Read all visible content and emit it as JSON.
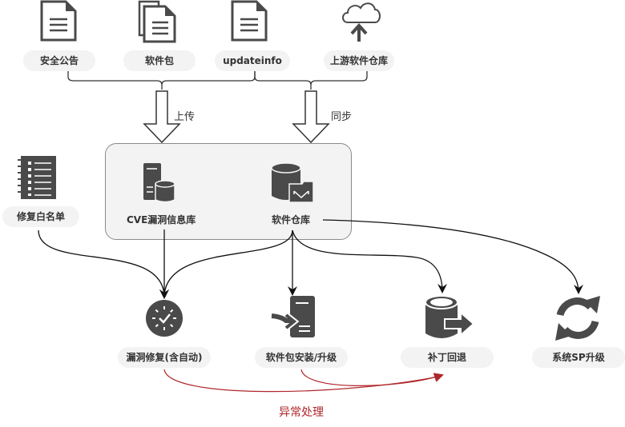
{
  "sources": [
    {
      "label": "安全公告",
      "icon": "document-icon"
    },
    {
      "label": "软件包",
      "icon": "documents-icon"
    },
    {
      "label": "updateinfo",
      "icon": "document-icon"
    },
    {
      "label": "上游软件仓库",
      "icon": "cloud-upload-icon"
    }
  ],
  "flows": {
    "upload": "上传",
    "sync": "同步"
  },
  "whitelist": {
    "label": "修复白名单",
    "icon": "notebook-list-icon"
  },
  "repository_group": {
    "cve_db": {
      "label": "CVE漏洞信息库",
      "icon": "server-database-icon"
    },
    "software_repo": {
      "label": "软件仓库",
      "icon": "database-folder-icon"
    }
  },
  "actions": [
    {
      "label": "漏洞修复(含自动)",
      "icon": "clock-check-icon"
    },
    {
      "label": "软件包安装/升级",
      "icon": "server-import-icon"
    },
    {
      "label": "补丁回退",
      "icon": "database-export-icon"
    },
    {
      "label": "系统SP升级",
      "icon": "refresh-icon"
    }
  ],
  "exception": {
    "label": "异常处理"
  },
  "colors": {
    "icon": "#4a4a4a",
    "pill_bg": "#f3f3f3",
    "line": "#222222",
    "exception": "#b0262a"
  }
}
